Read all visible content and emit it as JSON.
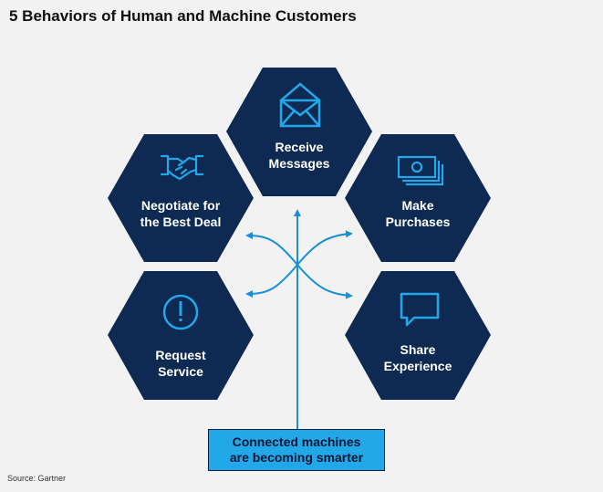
{
  "title": "5 Behaviors of Human and Machine Customers",
  "source": "Source: Gartner",
  "colors": {
    "hex_fill": "#0e2a52",
    "icon_accent": "#22a7e8",
    "arrow": "#1b8fd6",
    "callout_fill": "#22a7e8",
    "background": "#f2f2f2"
  },
  "behaviors": [
    {
      "icon": "envelope-icon",
      "line1": "Receive",
      "line2": "Messages"
    },
    {
      "icon": "handshake-icon",
      "line1": "Negotiate for",
      "line2": "the Best Deal"
    },
    {
      "icon": "money-icon",
      "line1": "Make",
      "line2": "Purchases"
    },
    {
      "icon": "exclamation-icon",
      "line1": "Request",
      "line2": "Service"
    },
    {
      "icon": "speech-bubble-icon",
      "line1": "Share",
      "line2": "Experience"
    }
  ],
  "callout": {
    "line1": "Connected machines",
    "line2": "are becoming smarter"
  }
}
